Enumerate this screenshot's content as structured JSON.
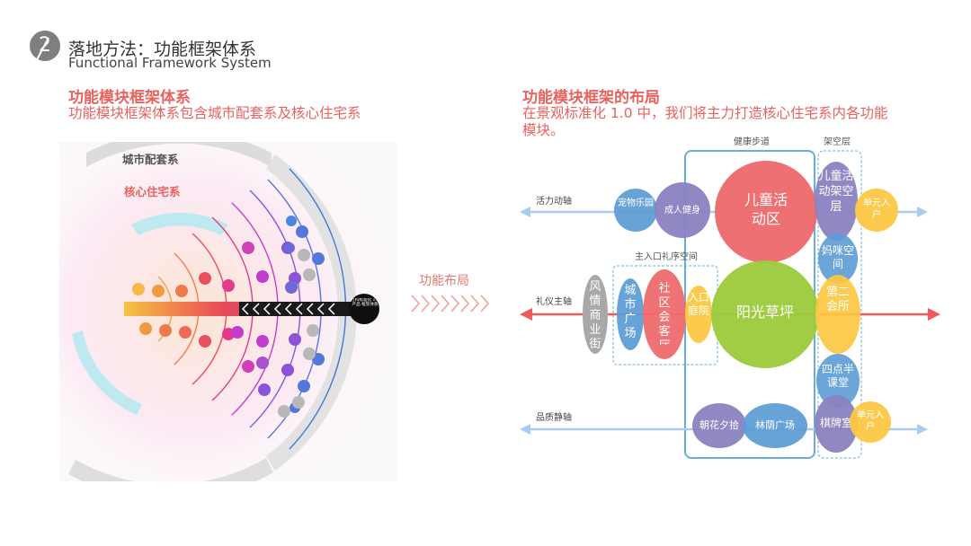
{
  "header": {
    "number": "2",
    "title": "落地方法：功能框架体系",
    "subtitle": "Functional Framework System"
  },
  "left": {
    "title": "功能模块框架体系",
    "description": "功能模块框架体系包含城市配套系及核心住宅系",
    "outer_ring_label": "城市配套系",
    "inner_ring_label": "核心住宅系",
    "center_label": "万科标准化 1.0产品 框架体系"
  },
  "middle": {
    "label": "功能布局"
  },
  "right": {
    "title": "功能模块框架的布局",
    "description": "在景观标准化 1.0 中，我们将主力打造核心住宅系内各功能模块。",
    "zone_labels": {
      "health_walk": "健康步道",
      "stilt_floor": "架空层",
      "main_entrance": "主入口礼序空间"
    },
    "axis_labels": {
      "vitality": "活力动轴",
      "ceremony": "礼仪主轴",
      "quality": "品质静轴"
    },
    "modules": {
      "pet_park": "宠物乐园",
      "adult_fitness": "成人健身",
      "kids_area": "儿童活动区",
      "kids_stilt": "儿童活动架空层",
      "unit_entry_top": "单元入户",
      "mom_space": "妈咪空间",
      "style_street": "风情商业街",
      "city_plaza": "城市广场",
      "community_hall": "社区会客厅",
      "entry_court": "入口庭院",
      "sunny_lawn": "阳光草坪",
      "second_clubhouse": "第二会所",
      "after_school": "四点半课堂",
      "morning_flower": "朝花夕拾",
      "shade_plaza": "林荫广场",
      "chess_room": "棋牌室",
      "unit_entry_bottom": "单元入户"
    },
    "colors": {
      "blue": "#5b9bd5",
      "purple": "#8a82bf",
      "red": "#ee6a6d",
      "green": "#9ccb3b",
      "yellow": "#fcc843",
      "gray": "#a8a8a8",
      "axis_red": "#ef5a5a",
      "axis_blue": "#a9cdf0"
    }
  }
}
